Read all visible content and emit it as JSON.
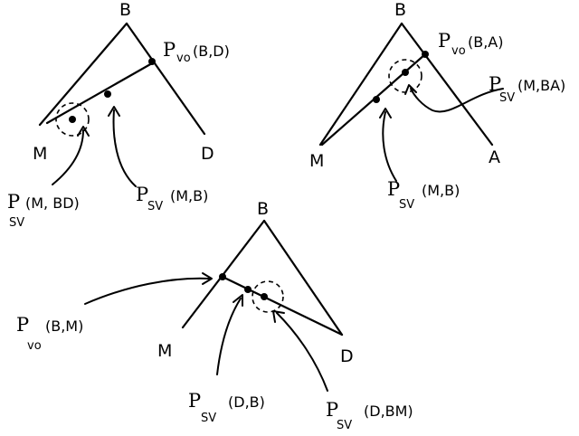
{
  "diagrams": [
    {
      "nodes": {
        "root": "B",
        "left": "M",
        "right": "D"
      },
      "labels": [
        {
          "p": "P",
          "sub": "vo",
          "args": "(B,D)"
        },
        {
          "p": "P",
          "sub": "SV",
          "args": "(M, BD)"
        },
        {
          "p": "P",
          "sub": "SV",
          "args": "(M,B)"
        }
      ]
    },
    {
      "nodes": {
        "root": "B",
        "left": "M",
        "right": "A"
      },
      "labels": [
        {
          "p": "P",
          "sub": "vo",
          "args": "(B,A)"
        },
        {
          "p": "P",
          "sub": "SV",
          "args": "(M,BA)"
        },
        {
          "p": "P",
          "sub": "SV",
          "args": "(M,B)"
        }
      ]
    },
    {
      "nodes": {
        "root": "B",
        "left": "M",
        "right": "D"
      },
      "labels": [
        {
          "p": "P",
          "sub": "vo",
          "args": "(B,M)"
        },
        {
          "p": "P",
          "sub": "SV",
          "args": "(D,B)"
        },
        {
          "p": "P",
          "sub": "SV",
          "args": "(D,BM)"
        }
      ]
    }
  ]
}
